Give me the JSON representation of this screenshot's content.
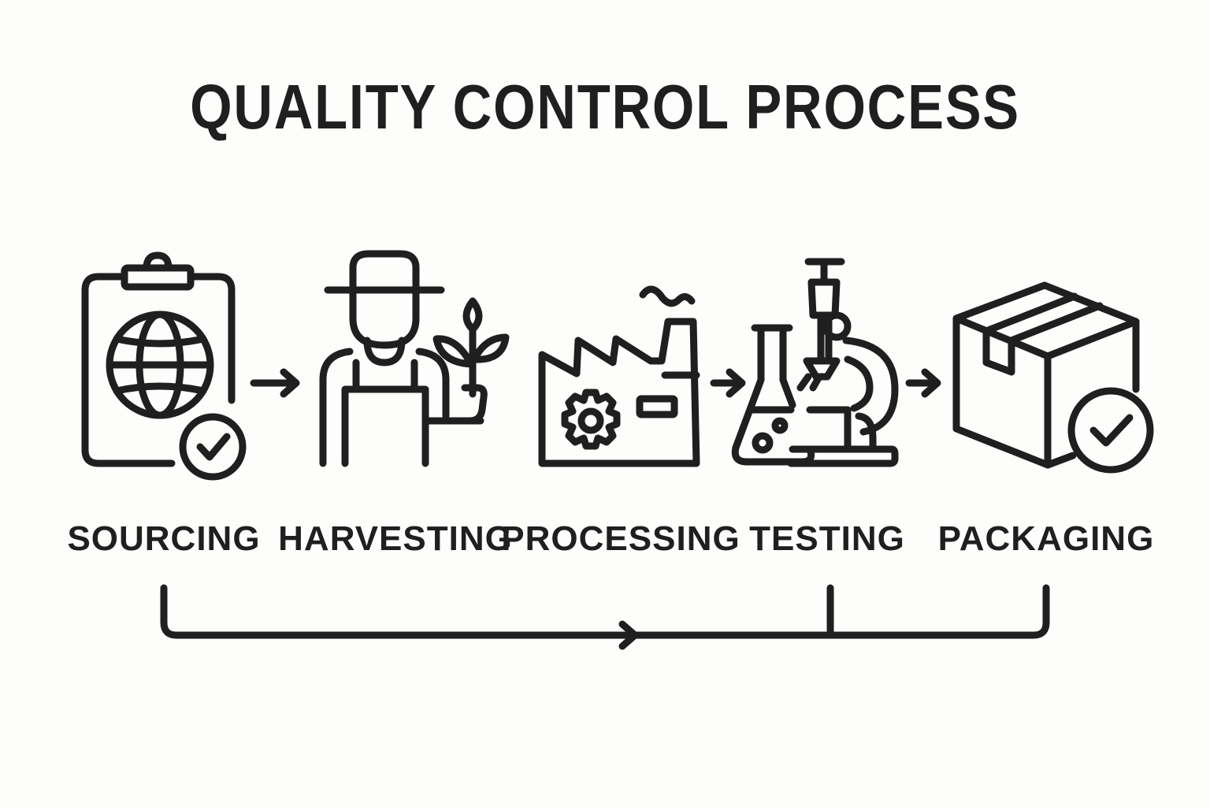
{
  "title": "QUALITY CONTROL PROCESS",
  "colors": {
    "ink": "#1f1f1f",
    "background": "#fdfdfb"
  },
  "steps": [
    {
      "label": "SOURCING",
      "icon": "clipboard-globe-check-icon"
    },
    {
      "label": "HARVESTING",
      "icon": "farmer-plant-icon"
    },
    {
      "label": "PROCESSING",
      "icon": "factory-gear-icon"
    },
    {
      "label": "TESTING",
      "icon": "flask-microscope-icon"
    },
    {
      "label": "PACKAGING",
      "icon": "box-check-icon"
    }
  ]
}
